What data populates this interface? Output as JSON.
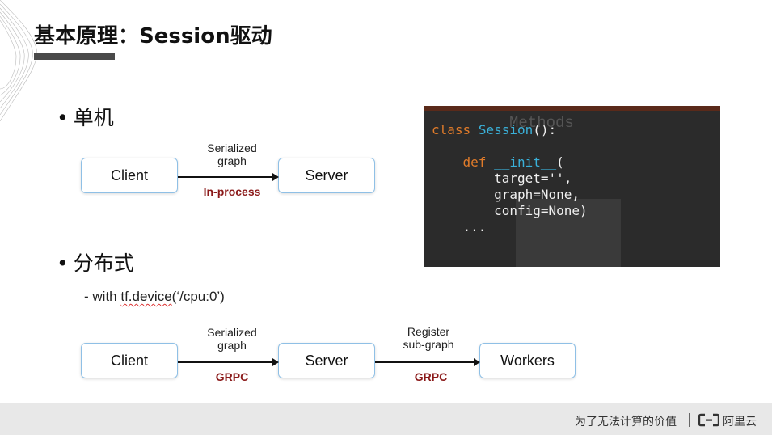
{
  "slide": {
    "title": "基本原理：Session驱动"
  },
  "bullets": {
    "standalone": "单机",
    "distributed": "分布式",
    "dot": "•",
    "sub_prefix": "- with ",
    "sub_code": "tf.device",
    "sub_suffix": "(‘/cpu:0’)"
  },
  "diagram_standalone": {
    "client": "Client",
    "server": "Server",
    "edge_label_1": "Serialized",
    "edge_label_2": "graph",
    "edge_protocol": "In-process"
  },
  "diagram_distributed": {
    "client": "Client",
    "server": "Server",
    "workers": "Workers",
    "edge1_label_1": "Serialized",
    "edge1_label_2": "graph",
    "edge1_protocol": "GRPC",
    "edge2_label_1": "Register",
    "edge2_label_2": "sub-graph",
    "edge2_protocol": "GRPC"
  },
  "code": {
    "ghost_heading": "Methods",
    "line1_kw": "class",
    "line1_cls": "Session",
    "line1_rest": "():",
    "line2_kw": "def",
    "line2_fn": "__init__",
    "line2_rest": "(",
    "line3": "target='',",
    "line4": "graph=None,",
    "line5": "config=None)",
    "line6": "..."
  },
  "footer": {
    "slogan": "为了无法计算的价值",
    "brand": "阿里云"
  }
}
